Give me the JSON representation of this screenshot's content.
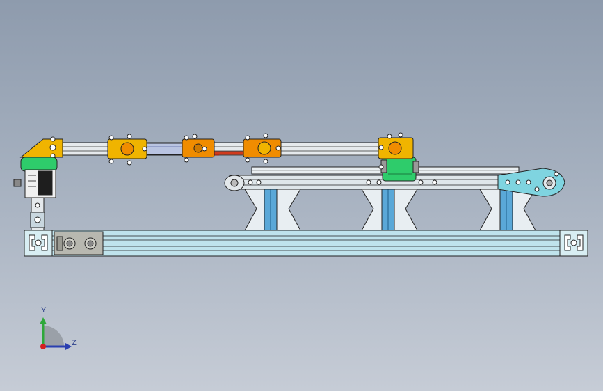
{
  "viewport": {
    "background_top": "#8e9bad",
    "background_bottom": "#c6ccd6"
  },
  "model": {
    "parts": {
      "base_profile": "aluminum-extrusion-profile",
      "upper_rail": "linear-rail",
      "stand_brackets": [
        "x-stand",
        "x-stand",
        "x-stand"
      ],
      "carriage": "linear-carriage",
      "motor": "stepper-motor",
      "arm": "linkage-arm"
    },
    "colors": {
      "extrusion": "#bfe3ec",
      "stand": "#5aa8d8",
      "bracket_yellow": "#f0b400",
      "bracket_orange": "#f08c00",
      "carriage_green": "#2ecc6b",
      "rail_blue": "#7fd4e0",
      "link_red": "#d03a1c",
      "motor_body": "#2a2a2a",
      "mount_gray": "#b8b8b0"
    }
  },
  "triad": {
    "y_label": "Y",
    "z_label": "Z",
    "y_color": "#2ea83a",
    "z_color": "#2a3fb0",
    "x_color": "#d42020"
  }
}
